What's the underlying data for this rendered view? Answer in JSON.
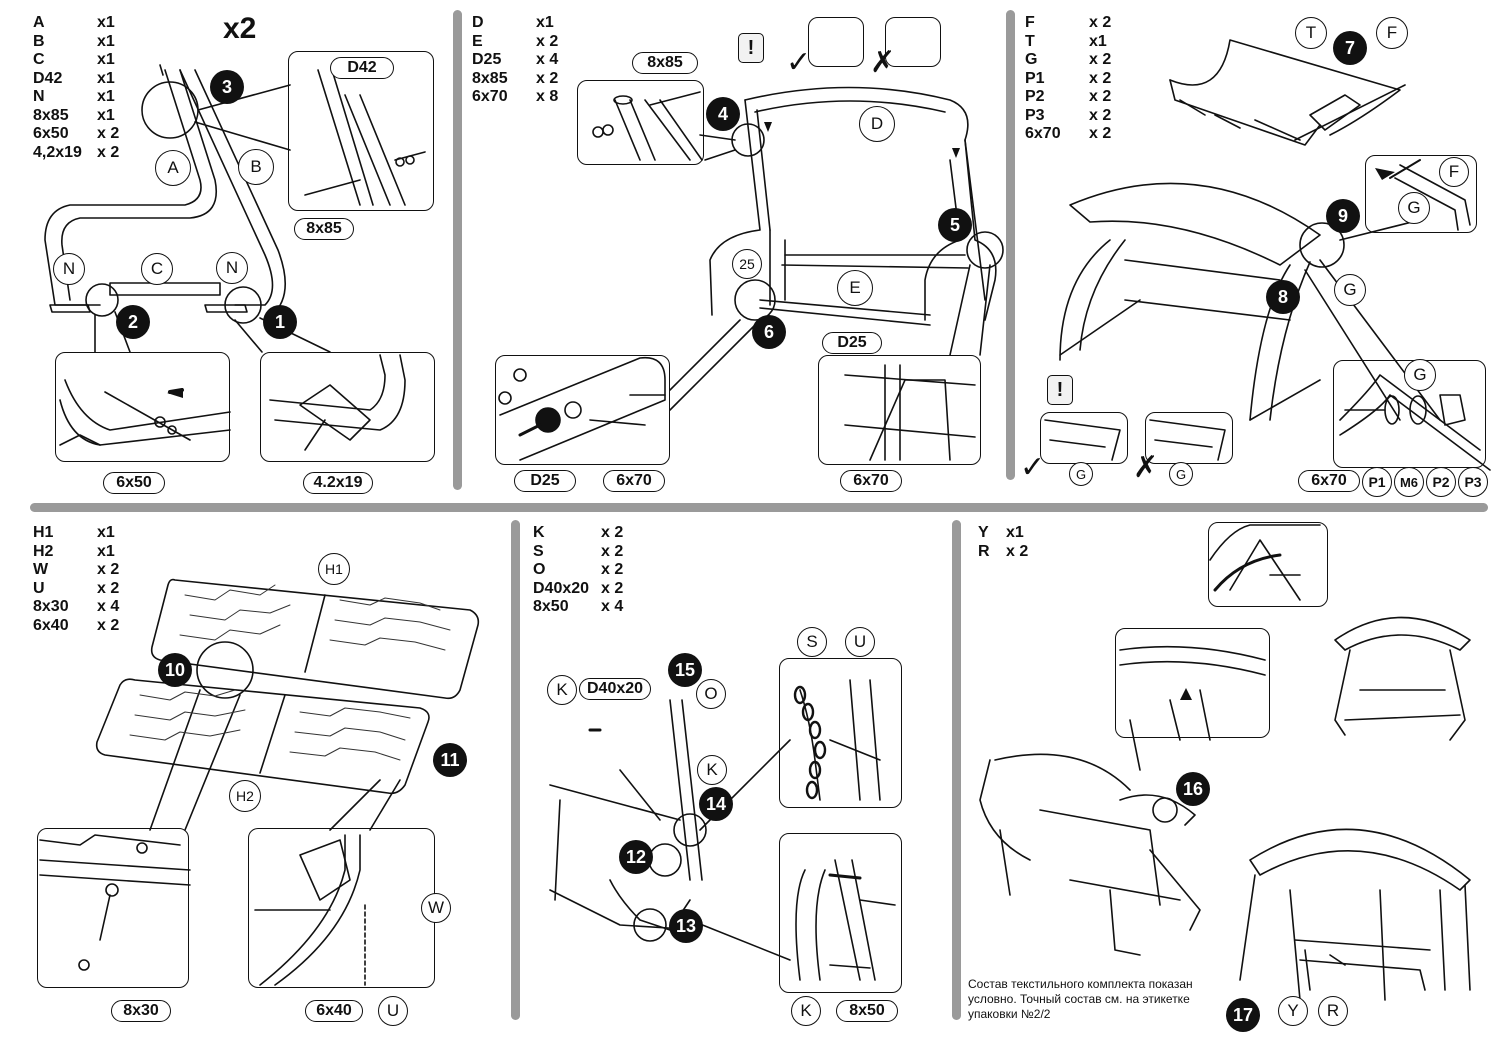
{
  "panels": [
    {
      "parts": [
        [
          "A",
          "x1"
        ],
        [
          "B",
          "x1"
        ],
        [
          "C",
          "x1"
        ],
        [
          "D42",
          "x1"
        ],
        [
          "N",
          "x1"
        ],
        [
          "8x85",
          "x1"
        ],
        [
          "6x50",
          "x 2"
        ],
        [
          "4,2x19",
          "x 2"
        ]
      ]
    },
    {
      "parts": [
        [
          "D",
          "x1"
        ],
        [
          "E",
          "x 2"
        ],
        [
          "D25",
          "x 4"
        ],
        [
          "8x85",
          "x 2"
        ],
        [
          "6x70",
          "x 8"
        ]
      ]
    },
    {
      "parts": [
        [
          "F",
          "x 2"
        ],
        [
          "T",
          "x1"
        ],
        [
          "G",
          "x 2"
        ],
        [
          "P1",
          "x 2"
        ],
        [
          "P2",
          "x 2"
        ],
        [
          "P3",
          "x 2"
        ],
        [
          "6x70",
          "x 2"
        ]
      ]
    },
    {
      "parts": [
        [
          "H1",
          "x1"
        ],
        [
          "H2",
          "x1"
        ],
        [
          "W",
          "x 2"
        ],
        [
          "U",
          "x 2"
        ],
        [
          "8x30",
          "x 4"
        ],
        [
          "6x40",
          "x 2"
        ]
      ]
    },
    {
      "parts": [
        [
          "K",
          "x 2"
        ],
        [
          "S",
          "x 2"
        ],
        [
          "O",
          "x 2"
        ],
        [
          "D40x20",
          "x 2"
        ],
        [
          "8x50",
          "x 4"
        ]
      ]
    },
    {
      "parts": [
        [
          "Y",
          "x1"
        ],
        [
          "R",
          "x 2"
        ]
      ]
    }
  ],
  "multiplier": "x2",
  "labels": {
    "A": "A",
    "B": "B",
    "C": "C",
    "N": "N",
    "D": "D",
    "E": "E",
    "F": "F",
    "G": "G",
    "T": "T",
    "H1": "H1",
    "H2": "H2",
    "W": "W",
    "U": "U",
    "K": "K",
    "O": "O",
    "S": "S",
    "Y": "Y",
    "R": "R",
    "n25": "25",
    "P1": "P1",
    "M6": "M6",
    "P2": "P2",
    "P3": "P3"
  },
  "pills": {
    "D42": "D42",
    "b8x85": "8x85",
    "b6x50": "6x50",
    "b42x19": "4.2x19",
    "D25": "D25",
    "b6x70": "6x70",
    "b8x30": "8x30",
    "b6x40": "6x40",
    "D40x20": "D40x20",
    "b8x50": "8x50"
  },
  "steps": [
    "1",
    "2",
    "3",
    "4",
    "5",
    "6",
    "7",
    "8",
    "9",
    "10",
    "11",
    "12",
    "13",
    "14",
    "15",
    "16",
    "17"
  ],
  "warning": "!",
  "marks": {
    "ok": "✓",
    "bad": "✗"
  },
  "note": "Состав текстильного комплекта показан условно. Точный состав см. на этикетке упаковки №2/2"
}
